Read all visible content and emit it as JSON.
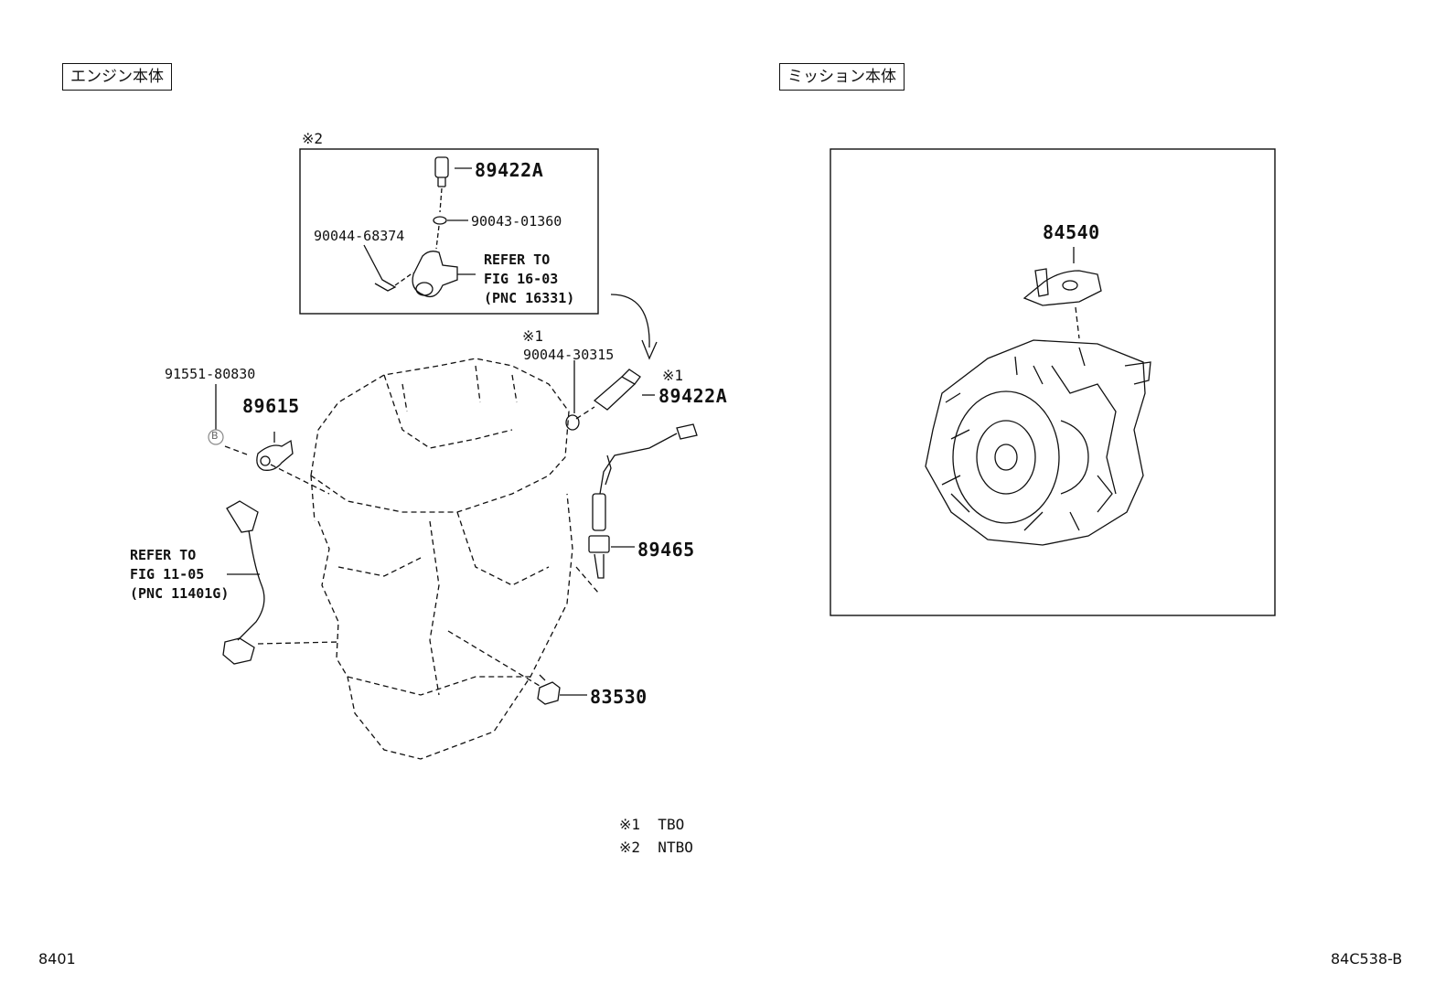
{
  "sections": {
    "engine_label": "エンジン本体",
    "mission_label": "ミッション本体"
  },
  "inset": {
    "marker": "※2",
    "part_89422A": "89422A",
    "part_90043": "90043-01360",
    "part_90044_68374": "90044-68374",
    "refer": [
      "REFER TO",
      "FIG 16-03",
      "(PNC 16331)"
    ]
  },
  "engine": {
    "marker_1": "※1",
    "part_90044_30315": "90044-30315",
    "marker_1b": "※1",
    "part_89422A": "89422A",
    "part_91551": "91551-80830",
    "circle_b": "B",
    "part_89615": "89615",
    "refer": [
      "REFER TO",
      "FIG 11-05",
      "(PNC 11401G)"
    ],
    "part_89465": "89465",
    "part_83530": "83530"
  },
  "transmission": {
    "part_84540": "84540"
  },
  "notes": [
    "※1  TBO",
    "※2  NTBO"
  ],
  "footer": {
    "left": "8401",
    "right": "84C538-B"
  }
}
